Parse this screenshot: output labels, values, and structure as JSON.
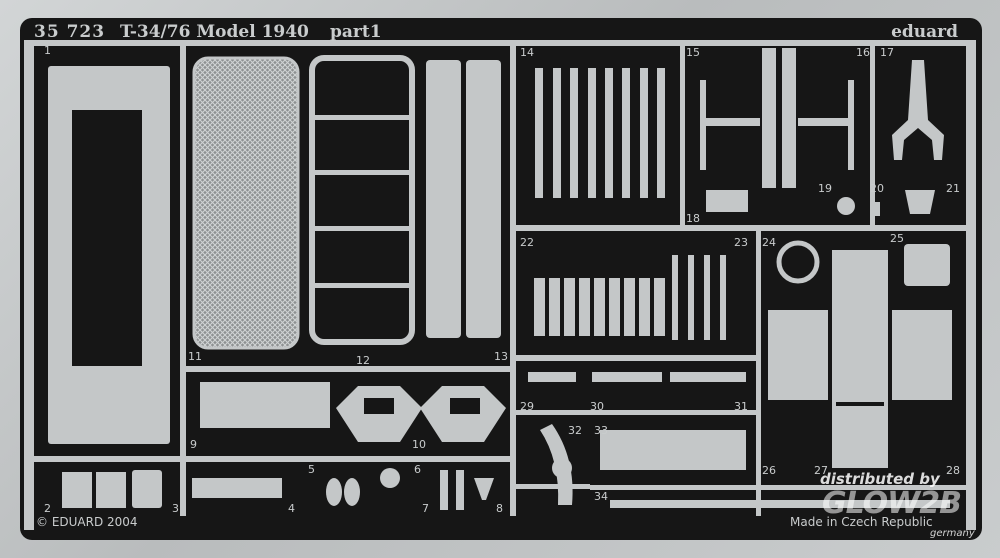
{
  "header": {
    "code": "35 723",
    "title": "T-34/76 Model 1940",
    "part": "part1",
    "brand": "eduard"
  },
  "footer": {
    "copyright": "© EDUARD 2004",
    "made_in": "Made in Czech Republic"
  },
  "watermark": {
    "line1": "distributed by",
    "logo": "GLOW2B",
    "site": "germany"
  },
  "part_numbers": [
    "1",
    "2",
    "3",
    "4",
    "5",
    "6",
    "7",
    "8",
    "9",
    "10",
    "11",
    "12",
    "13",
    "14",
    "15",
    "16",
    "17",
    "18",
    "19",
    "20",
    "21",
    "22",
    "23",
    "24",
    "25",
    "26",
    "27",
    "28",
    "29",
    "30",
    "31",
    "32",
    "33",
    "34"
  ],
  "colors": {
    "metal": "#c4c7c8",
    "metal_dark": "#9a9d9e",
    "fret_background": "#161616"
  }
}
